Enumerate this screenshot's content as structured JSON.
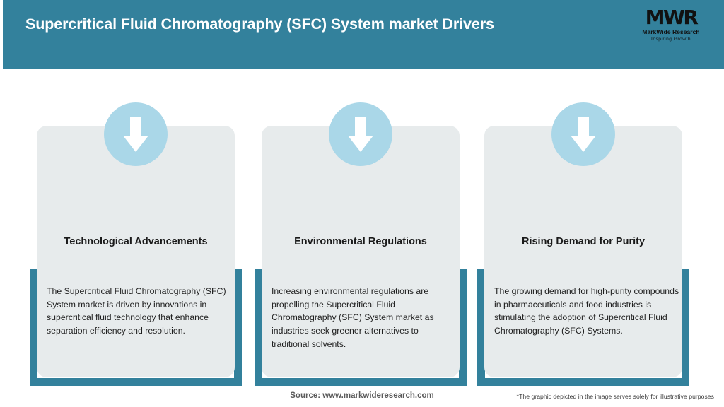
{
  "header": {
    "title": "Supercritical Fluid Chromatography (SFC) System market Drivers",
    "bar_color": "#33819c"
  },
  "logo": {
    "mark": "MWR",
    "name": "MarkWide Research",
    "tagline": "Inspiring Growth"
  },
  "theme": {
    "accent": "#33819c",
    "card_bg": "#e7ebec",
    "circle_bg": "#aad7e8",
    "arrow_color": "#ffffff",
    "page_bg": "#ffffff"
  },
  "cards": [
    {
      "icon": "arrow-down-icon",
      "title": "Technological Advancements",
      "body": "The Supercritical Fluid Chromatography (SFC) System market is driven by innovations in supercritical fluid technology that enhance separation efficiency and resolution."
    },
    {
      "icon": "arrow-down-icon",
      "title": "Environmental Regulations",
      "body": "Increasing environmental regulations are propelling the Supercritical Fluid Chromatography (SFC) System market as industries seek greener alternatives to traditional solvents."
    },
    {
      "icon": "arrow-down-icon",
      "title": "Rising Demand for Purity",
      "body": "The growing demand for high-purity compounds in pharmaceuticals and food industries is stimulating the adoption of Supercritical Fluid Chromatography (SFC) Systems."
    }
  ],
  "footer": {
    "source": "Source: www.markwideresearch.com",
    "disclaimer": "*The graphic depicted in the image serves solely for illustrative purposes"
  }
}
